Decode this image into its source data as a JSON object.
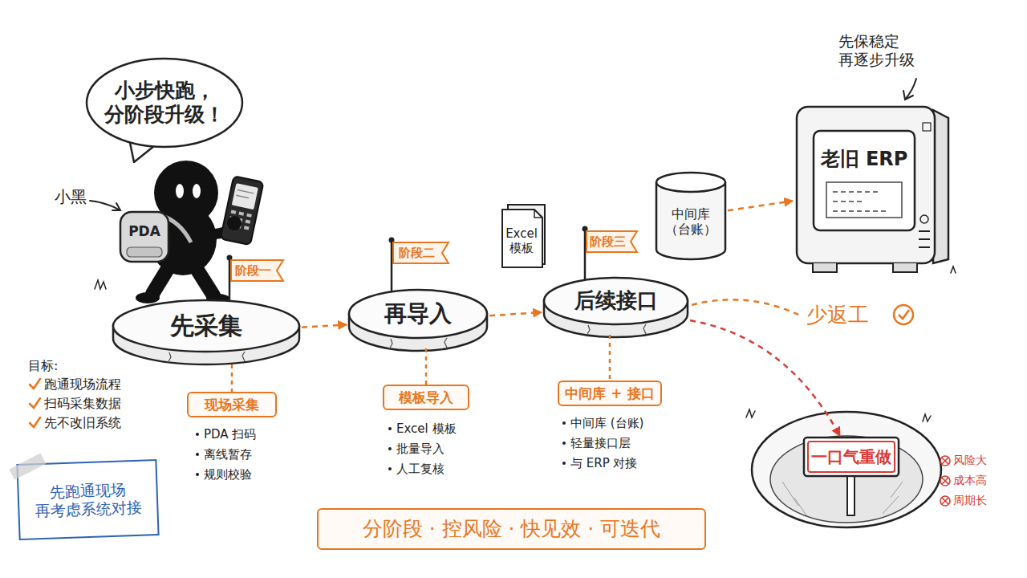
{
  "diagram": {
    "nodes": [
      {
        "text": [
          "小步快跑， 分阶段升级！"
        ]
      },
      {
        "text": [
          "PDA"
        ]
      },
      {
        "text": [
          "阶段一"
        ]
      },
      {
        "text": [
          "先采集"
        ]
      },
      {
        "text": [
          "阶段二"
        ]
      },
      {
        "text": [
          "再导入"
        ]
      },
      {
        "text": [
          "Excel 模板"
        ]
      },
      {
        "text": [
          "中间库 （台账）"
        ]
      },
      {
        "text": [
          "阶段三"
        ]
      },
      {
        "text": [
          "后续接口"
        ]
      },
      {
        "text": [
          "老旧 ERP"
        ]
      },
      {
        "text": [
          "现场采集"
        ]
      },
      {
        "text": [
          "模板导入"
        ]
      },
      {
        "text": [
          "中间库 + 接口"
        ]
      },
      {
        "text": [
          "一口气重做"
        ]
      },
      {
        "text": [
          "先跑通现场 再考虑系统对接"
        ]
      },
      {
        "text": [
          "分阶段 · 控风险 · 快见效 · 可迭代"
        ]
      }
    ],
    "edges": [
      {
        "from": 3,
        "to": 5,
        "arrow": "to"
      },
      {
        "from": 5,
        "to": 9,
        "arrow": "to"
      },
      {
        "from": 7,
        "to": 10,
        "arrow": "to"
      },
      {
        "from": 9,
        "to": 14,
        "arrow": "to"
      },
      {
        "from": 3,
        "to": 11,
        "arrow": "none"
      },
      {
        "from": 5,
        "to": 12,
        "arrow": "none"
      },
      {
        "from": 9,
        "to": 13,
        "arrow": "none"
      }
    ],
    "labels": [
      "小黑",
      "先保稳定 再逐步升级",
      "少返工",
      "风险大",
      "成本高",
      "周期长",
      "目标:",
      "跑通现场流程",
      "扫码采集数据",
      "先不改旧系统",
      "PDA 扫码",
      "离线暂存",
      "规则校验",
      "Excel 模板",
      "批量导入",
      "人工复核",
      "中间库 (台账)",
      "轻量接口层",
      "与 ERP 对接"
    ]
  }
}
